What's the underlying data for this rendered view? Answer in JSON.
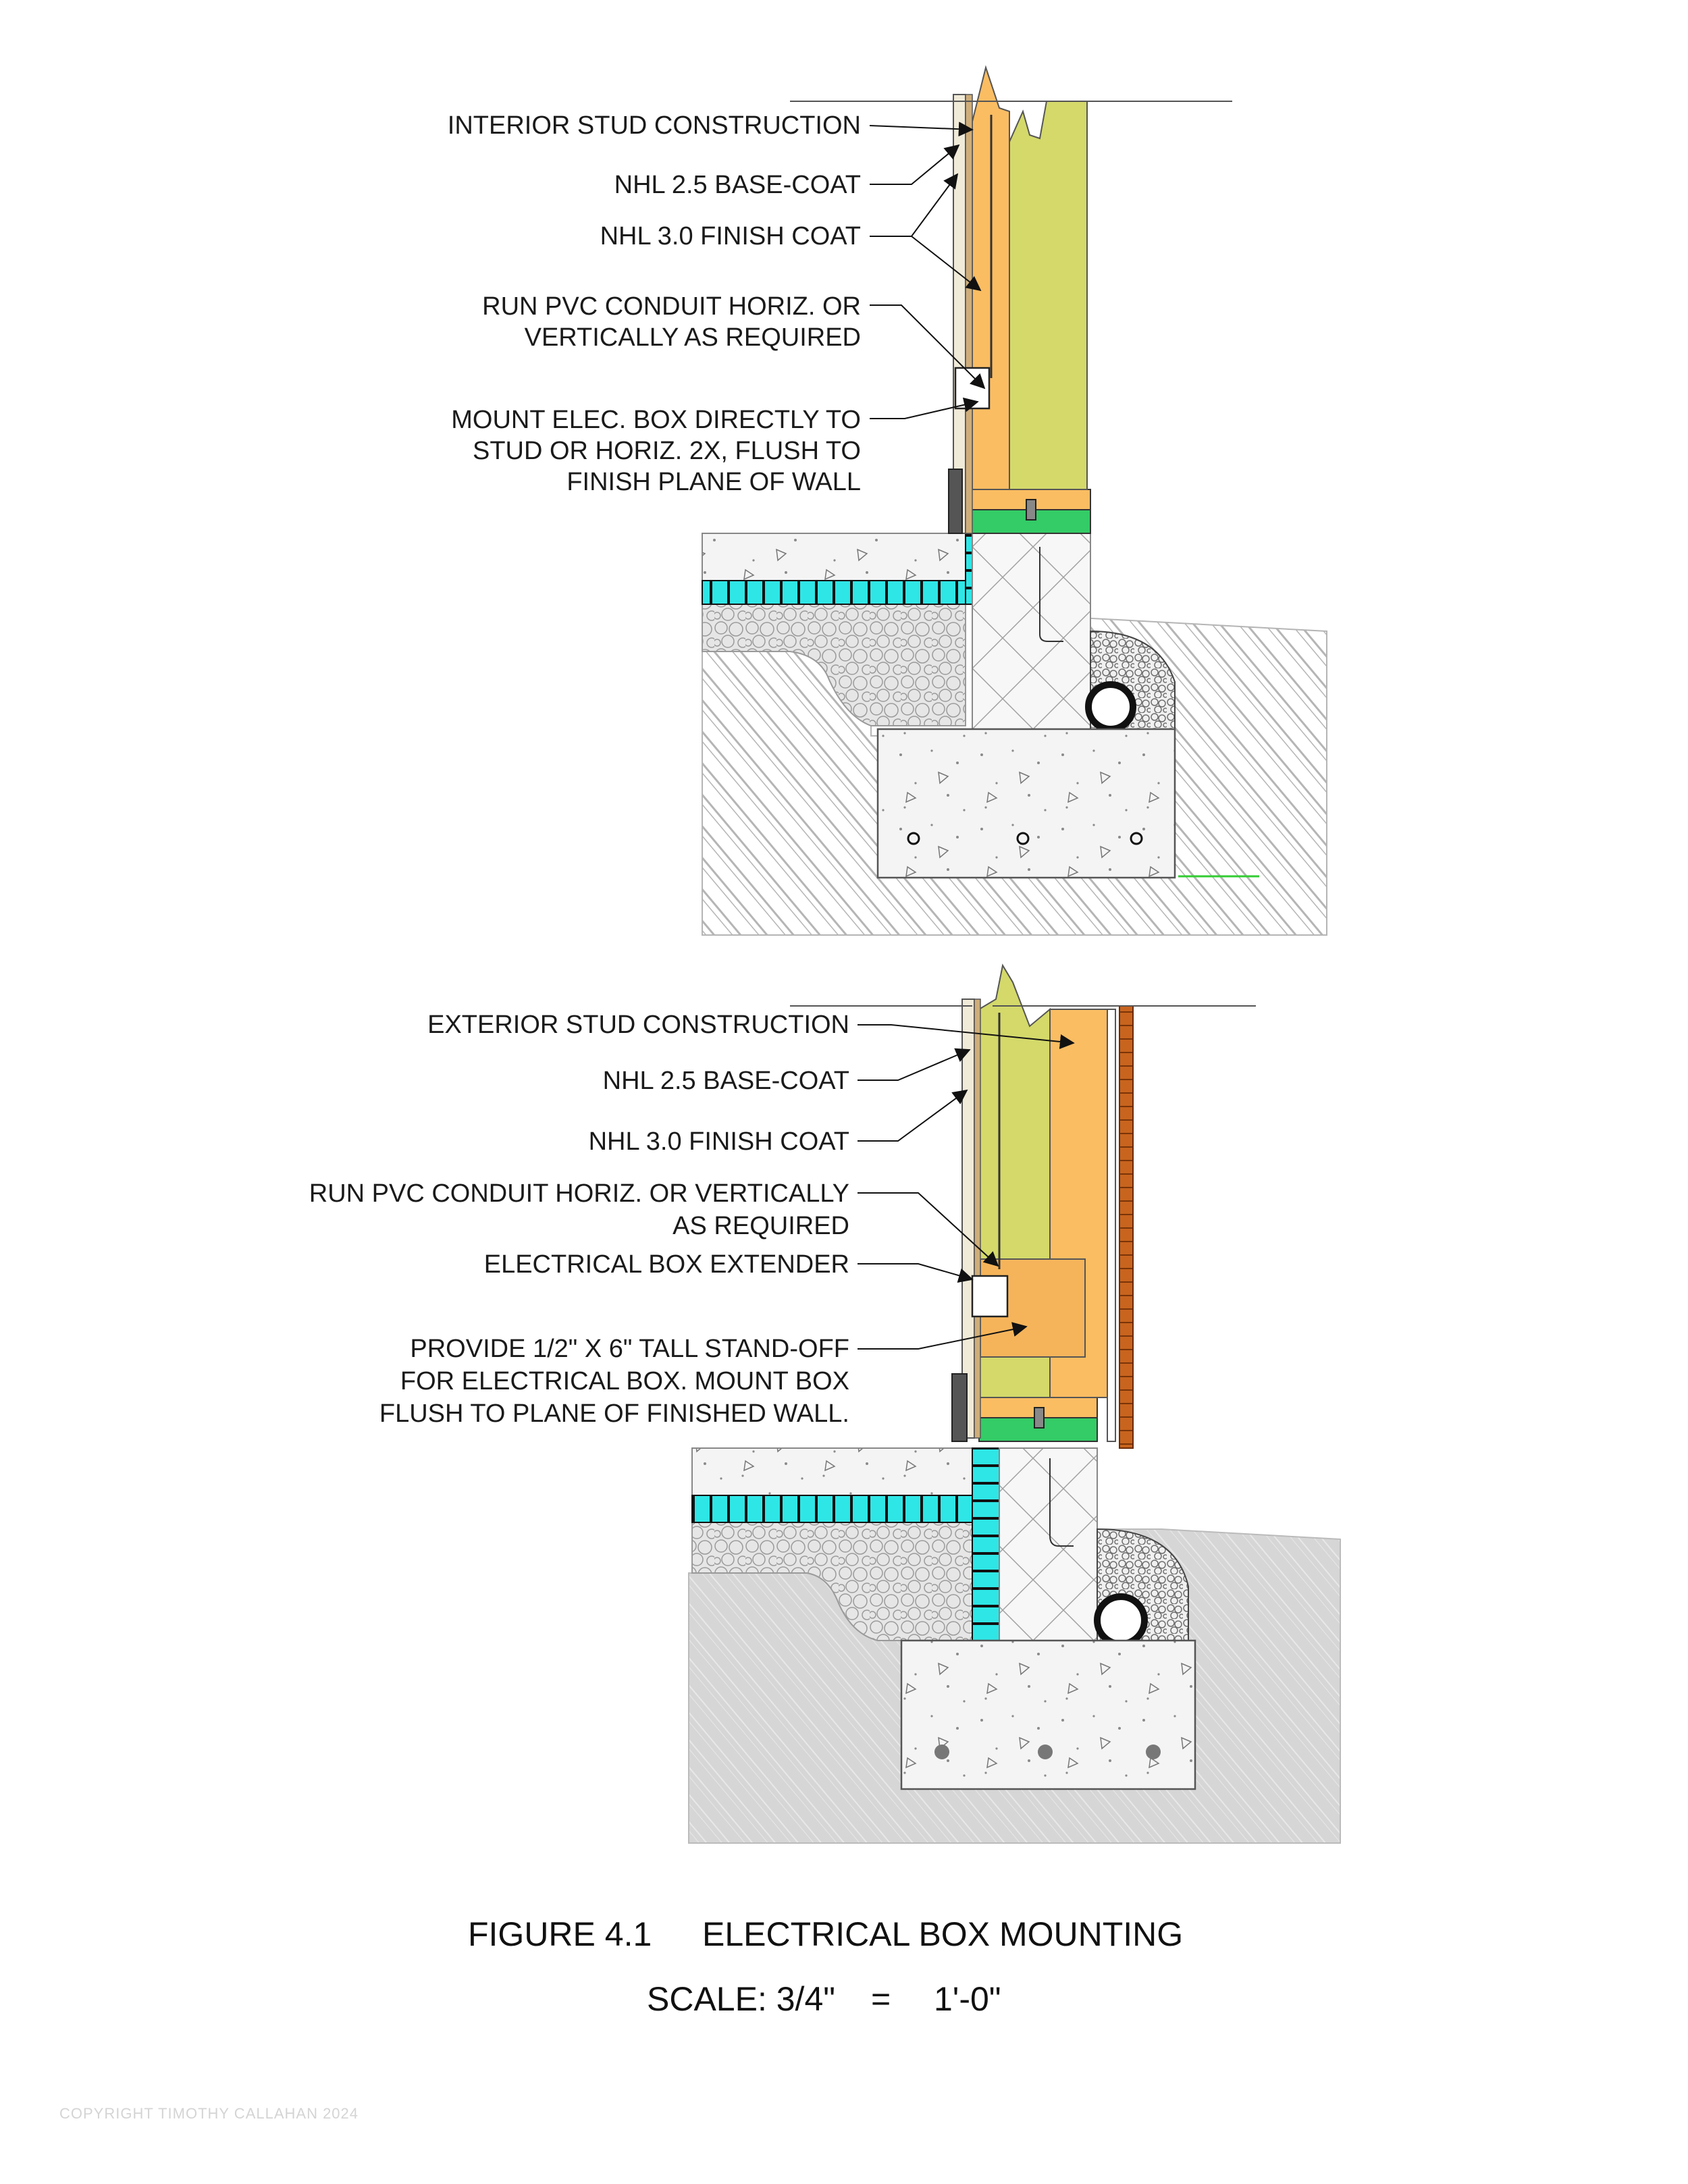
{
  "detail_top": {
    "callouts": [
      "INTERIOR STUD CONSTRUCTION",
      "NHL 2.5 BASE-COAT",
      "NHL 3.0 FINISH COAT",
      "RUN PVC CONDUIT HORIZ. OR",
      "VERTICALLY AS REQUIRED",
      "MOUNT ELEC. BOX DIRECTLY TO",
      "STUD OR HORIZ. 2X, FLUSH TO",
      "FINISH PLANE OF WALL"
    ]
  },
  "detail_bottom": {
    "callouts": [
      "EXTERIOR STUD CONSTRUCTION",
      "NHL 2.5 BASE-COAT",
      "NHL 3.0 FINISH COAT",
      "RUN PVC CONDUIT HORIZ. OR VERTICALLY",
      "AS REQUIRED",
      "ELECTRICAL BOX EXTENDER",
      "PROVIDE 1/2\" X 6\" TALL STAND-OFF",
      "FOR ELECTRICAL BOX. MOUNT BOX",
      "FLUSH TO PLANE OF FINISHED WALL."
    ]
  },
  "caption": {
    "figure_number": "FIGURE 4.1",
    "title": "ELECTRICAL BOX MOUNTING",
    "scale_label": "SCALE: 3/4\"",
    "scale_equals": "=",
    "scale_value": "1'-0\""
  },
  "copyright": "COPYRIGHT TIMOTHY CALLAHAN 2024",
  "colors": {
    "straw_insulation": "#d4d96a",
    "wood_framing": "#fbbd62",
    "concrete": "#f3f3f3",
    "waterproofing": "#2fe6e6",
    "gravel": "#e4e4e4",
    "soil_hatch": "#bdbdbd",
    "soil_fill": "#d9d9d9",
    "sill_seal": "#33cc33",
    "siding": "#c8641e"
  }
}
